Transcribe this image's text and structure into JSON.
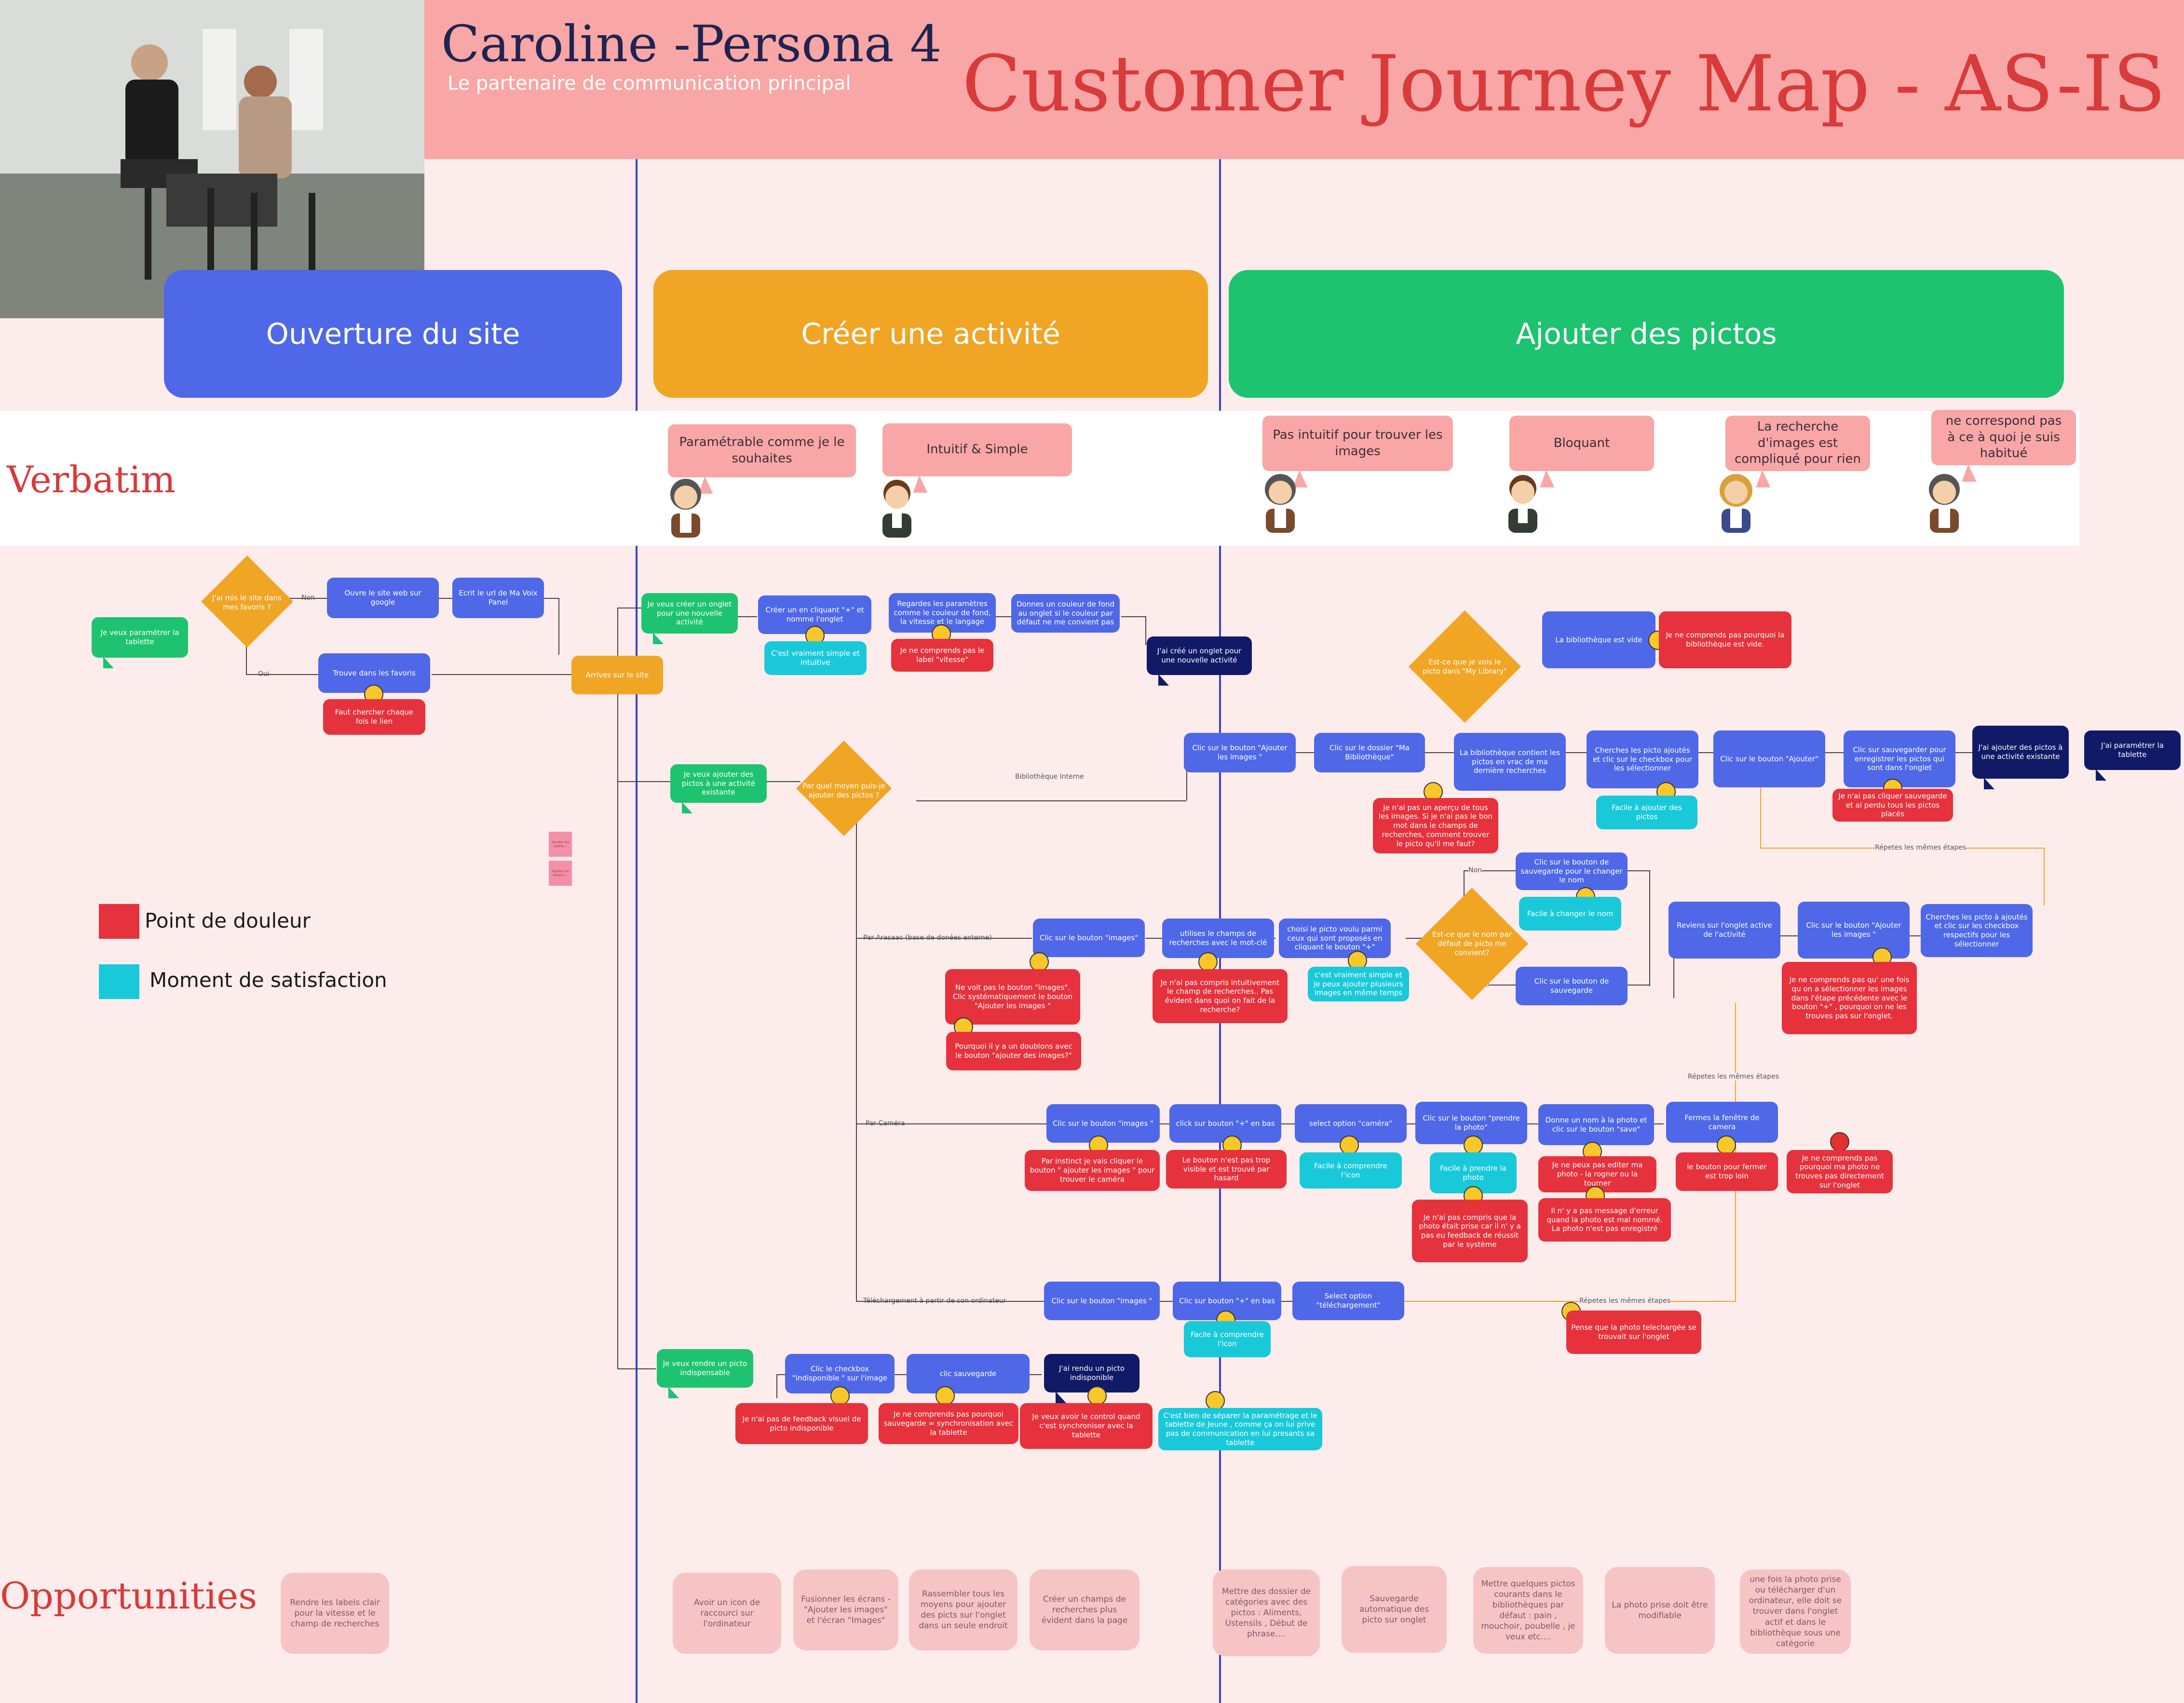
{
  "header": {
    "persona_title": "Caroline -Persona 4",
    "persona_subtitle": "Le partenaire de communication principal",
    "map_title": "Customer Journey Map - AS-IS",
    "colors": {
      "header": "#f9a6a6",
      "title": "#d93a3a"
    }
  },
  "phases": [
    {
      "label": "Ouverture du site",
      "color": "#4f68e8"
    },
    {
      "label": "Créer une activité",
      "color": "#f0a525"
    },
    {
      "label": "Ajouter des pictos",
      "color": "#1ec36f"
    }
  ],
  "sections": {
    "verbatim": "Verbatim",
    "opportunities": "Opportunities"
  },
  "verbatims": [
    "Paramétrable comme je le souhaites",
    "Intuitif & Simple",
    "Pas intuitif pour trouver les images",
    "Bloquant",
    "La recherche d'images est compliqué pour rien",
    "ne correspond pas à ce à quoi je suis habitué"
  ],
  "legend": {
    "pain": {
      "label": "Point de douleur",
      "color": "#e5323c"
    },
    "satisfaction": {
      "label": "Moment de satisfaction",
      "color": "#19c9d9"
    }
  },
  "flow": {
    "start_msg": "Je veux paramétrer la tablette",
    "decision_favs": "J'ai mis le site dans mes favoris ?",
    "label_non": "Non",
    "label_oui": "Oui",
    "open_google": "Ouvre le site web sur google",
    "write_url": "Ecrit le url de Ma Voix Panel",
    "find_favs": "Trouve dans les favoris",
    "pain_favs": "Faut chercher chaque fois le lien",
    "arrive": "Arrives sur le site",
    "msg_create_tab": "Je veux créer un onglet pour une nouvelle activité",
    "create_tab": "Créer un en cliquant \"+\" et nomme l'onglet",
    "sat_create": "C'est vraiment simple et intuitive",
    "look_params": "Regardes les paramètres comme le couleur de fond, la vitesse et le langage",
    "pain_label": "Je ne comprends pas le label \"vitesse\"",
    "give_color": "Donnes un couleur de fond au onglet si le couleur par défaut ne me convient pas",
    "msg_created": "J'ai créé un onglet pour une nouvelle activité",
    "msg_add_pictos": "Je veux ajouter des pictos à une activité existante",
    "decision_means": "Par quel moyen puis-je ajouter des pictos ?",
    "branch_internal": "Bibliothèque Interne",
    "branch_arasaac": "Par Arasaac (base de donées externe)",
    "branch_camera": "Par Caméra",
    "branch_upload": "Téléchargement à partir de son ordinateur",
    "decision_library": "Est-ce que je vois le picto dans \"My Library\"",
    "library_empty": "La bibliothèque est vide",
    "pain_library_empty": "Je ne comprends pas pourquoi la bibliothèque est vide.",
    "click_add_images": "Clic sur le bouton \"Ajouter les images \"",
    "click_my_library": "Clic sur le dossier \"Ma Bibliothèque\"",
    "library_content": "La bibliothèque contient les pictos en vrac de ma dernière recherches",
    "pain_library": "Je n'ai pas un aperçu de tous les images. Si je n'ai pas le bon mot dans le champs de recherches, comment trouver le picto qu'il me faut?",
    "search_select": "Cherches les picto ajoutés et clic sur le checkbox pour les sélectionner",
    "sat_add": "Facile à ajouter des pictos",
    "click_ajouter": "Clic sur le bouton \"Ajouter\"",
    "click_save_tab": "Clic sur sauvegarder pour enregistrer les pictos qui sont dans l'onglet",
    "pain_save_lost": "Je n'ai pas cliquer sauvegarde et ai perdu tous les pictos placés",
    "msg_added": "J'ai ajouter des pictos à une activité existante",
    "msg_configured": "J'ai paramétrer la tablette",
    "repeat_steps": "Répetes les mêmes étapes",
    "click_images": "Clic sur le bouton \"images\"",
    "pain_no_button": "Ne voit pas le bouton \"images\". Clic systématiquement le bouton \"Ajouter les images \"",
    "pain_duplicates": "Pourquoi il y a un doublons avec le bouton \"ajouter des images?\"",
    "search_field": "utilises le champs de recherches avec le mot-clé",
    "pain_search_field": "Je n'ai pas compris intuitivement le champ de recherches.. Pas évident dans quoi on fait de la recherche?",
    "choose_picto": "choisi le picto voulu parmi ceux qui sont proposés en cliquant le bouton \"+\"",
    "sat_choose": "c'est vraiment simple et je peux ajouter plusieurs images en même temps",
    "decision_name": "Est-ce que le nom par défaut de picto me convient?",
    "click_save_rename": "Clic sur le bouton de sauvegarde pour le changer le nom",
    "sat_rename": "Facile à changer le nom",
    "click_save_bottom": "Clic sur le bouton de sauvegarde",
    "return_tab": "Reviens sur l'onglet active de l'activité",
    "click_add_images2": "Clic sur le bouton \"Ajouter les images \"",
    "search_checkbox": "Cherches les picto à ajoutés et clic sur les checkbox respectifs pour les sélectionner",
    "pain_where": "Je ne comprends pas qu' une fois qu on a sélectionner les images dans l'étape précédente avec le bouton \"+\" , pourquoi on ne les trouves pas sur l'onglet.",
    "repeat_steps2": "Répetes les mêmes étapes",
    "cam_click_images": "Clic sur le bouton \"images \"",
    "pain_cam_instinct": "Par instinct je vais cliquer le bouton \" ajouter les images \" pour trouver le caméra",
    "cam_click_plus": "click sur bouton \"+\" en bas",
    "pain_cam_plus": "Le bouton n'est pas trop visible et est trouvé par hasard",
    "cam_select": "select option \"caméra\"",
    "sat_cam_icon": "Facile à comprendre l'icon",
    "cam_take_photo": "Clic sur le bouton \"prendre la photo\"",
    "sat_take_photo": "Facile à prendre la photo",
    "pain_take_photo": "Je n'ai pas compris que la photo était prise car il n' y a pas eu feedback de réussit par le système",
    "cam_name_save": "Donne un nom à la photo et clic sur le bouton \"save\"",
    "pain_edit_photo": "Je ne peux pas editer ma photo - la rogner ou la tourner",
    "pain_no_error": "Il n' y a pas message d'erreur quand la photo est mal nommé. La photo n'est pas enregistré",
    "close_camera": "Fermes la fenêtre de camera",
    "pain_close_far": "le bouton pour fermer est trop loin",
    "pain_photo_missing": "Je ne comprends pas pourquoi ma photo ne trouves pas directement sur l'onglet",
    "up_click_images": "Clic sur le bouton \"images \"",
    "up_click_plus": "Clic sur bouton \"+\" en bas",
    "sat_up_icon": "Facile à comprendre l'icon",
    "up_select": "Select option \"téléchargement\"",
    "repeat_steps3": "Répetes les mêmes étapes",
    "pain_upload": "Pense que la photo telechargée se trouvait sur l'onglet",
    "msg_indispensable": "Je veux rendre un picto indispensable",
    "check_indispensable": "Clic le checkbox \"indisponible \" sur l'image",
    "pain_no_feedback": "Je n'ai pas de feedback visuel de picto indisponible",
    "click_save": "clic sauvegarde",
    "pain_sync": "Je ne comprends pas pourquoi sauvegarde = synchronisation avec la tablette",
    "msg_made_indispensable": "J'ai rendu un picto indisponible",
    "pain_control": "Je veux avoir le control quand c'est synchroniser avec la tablette",
    "sat_separate": "C'est bien de séparer la paramétrage et le tablette de Jeune , comme ça on lui prive pas de communication en lui presants sa tablette",
    "sticky1": "Rendre les labels...",
    "sticky2": "Ajouter un moyen..."
  },
  "opportunities": [
    "Rendre les labels clair pour la vitesse et le champ de recherches",
    "Avoir un icon de raccourci sur l'ordinateur",
    "Fusionner les écrans - \"Ajouter les images\" et l'écran \"Images\"",
    "Rassembler tous les moyens pour ajouter des picts sur l'onglet dans un seule endroit",
    "Créer un champs de recherches plus évident dans la page",
    "Mettre des dossier de catégories avec des pictos : Aliments, Ustensils , Début de phrase....",
    "Sauvegarde automatique des picto sur onglet",
    "Mettre quelques pictos courants dans le bibliothèques par défaut : pain , mouchoir, poubelle , je veux etc....",
    "La photo prise doit être modifiable",
    "une fois la photo prise ou télécharger d'un ordinateur, elle doit se trouver dans l'onglet actif et dans le bibliothèque sous une catégorie"
  ]
}
